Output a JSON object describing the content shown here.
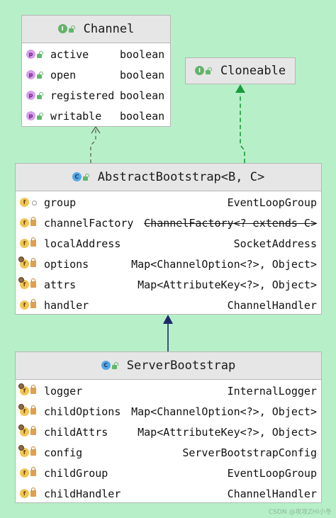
{
  "channel": {
    "title": "Channel",
    "fields": [
      {
        "name": "active",
        "type": "boolean"
      },
      {
        "name": "open",
        "type": "boolean"
      },
      {
        "name": "registered",
        "type": "boolean"
      },
      {
        "name": "writable",
        "type": "boolean"
      }
    ]
  },
  "cloneable": {
    "title": "Cloneable"
  },
  "abstract_bootstrap": {
    "title": "AbstractBootstrap<B, C>",
    "fields": [
      {
        "name": "group",
        "type": "EventLoopGroup"
      },
      {
        "name": "channelFactory",
        "type": "ChannelFactory<? extends C>"
      },
      {
        "name": "localAddress",
        "type": "SocketAddress"
      },
      {
        "name": "options",
        "type": "Map<ChannelOption<?>, Object>"
      },
      {
        "name": "attrs",
        "type": "Map<AttributeKey<?>, Object>"
      },
      {
        "name": "handler",
        "type": "ChannelHandler"
      }
    ]
  },
  "server_bootstrap": {
    "title": "ServerBootstrap",
    "fields": [
      {
        "name": "logger",
        "type": "InternalLogger"
      },
      {
        "name": "childOptions",
        "type": "Map<ChannelOption<?>, Object>"
      },
      {
        "name": "childAttrs",
        "type": "Map<AttributeKey<?>, Object>"
      },
      {
        "name": "config",
        "type": "ServerBootstrapConfig"
      },
      {
        "name": "childGroup",
        "type": "EventLoopGroup"
      },
      {
        "name": "childHandler",
        "type": "ChannelHandler"
      }
    ]
  },
  "icons": {
    "interface_letter": "I",
    "class_letter": "C",
    "property_letter": "p",
    "field_letter": "f"
  },
  "watermark": "CSDN @攻攻ZHI小冬"
}
